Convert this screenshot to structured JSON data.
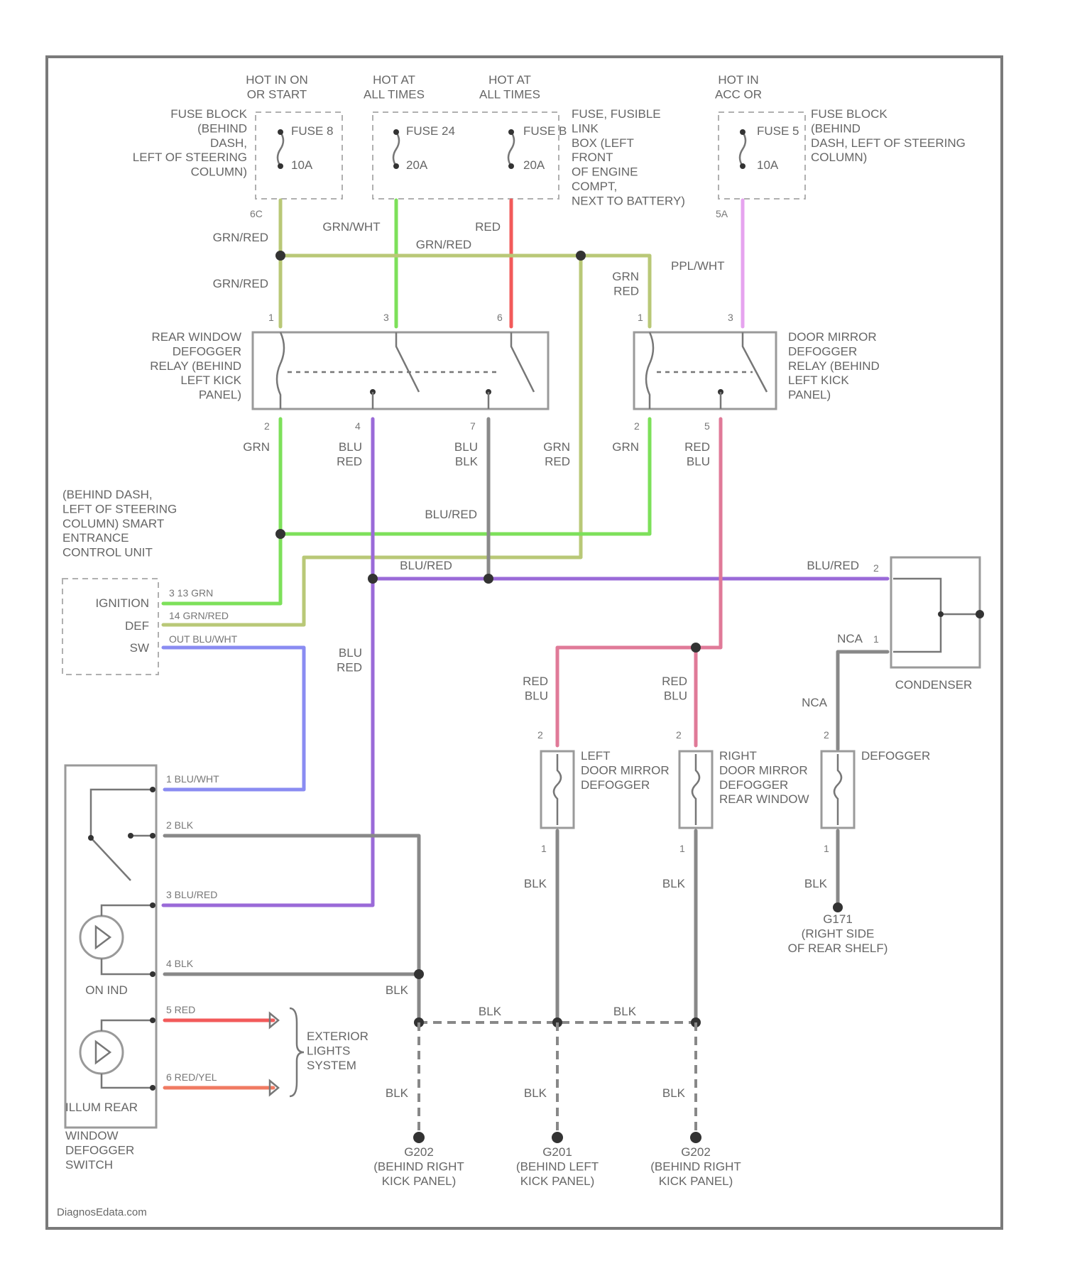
{
  "colors": {
    "grn": "#7de05a",
    "grn_red": "#b9c877",
    "red": "#f25a5a",
    "ppl_wht": "#e6a4ef",
    "blu_red": "#9a6ad8",
    "blu_wht": "#8a8cf2",
    "blu_blk": "#8a8a8a",
    "red_blu": "#e07a98",
    "blk": "#888888",
    "red_yel": "#f07a62"
  },
  "power": {
    "hot_run": "HOT IN ON\nOR START",
    "hot_all_1": "HOT AT\nALL TIMES",
    "hot_all_2": "HOT AT\nALL TIMES",
    "hot_acc": "HOT IN\nACC OR"
  },
  "fuses": {
    "fuse8": "FUSE 8",
    "fuse8_rating": "10A",
    "fuse24": "FUSE 24",
    "fuse24_rating": "20A",
    "fuse_b": "FUSE B",
    "fuse_b_rating": "20A",
    "fuse5": "FUSE 5",
    "fuse5_rating": "10A",
    "pin_left": "6C",
    "pin_right": "5A"
  },
  "locations": {
    "fuse_block_left": "FUSE BLOCK\n(BEHIND\nDASH,\nLEFT OF STEERING\nCOLUMN)",
    "fusible_box": "FUSE, FUSIBLE\nLINK\nBOX (LEFT\nFRONT\nOF ENGINE\nCOMPT,\nNEXT TO BATTERY)",
    "fuse_block_right": "FUSE BLOCK\n(BEHIND\nDASH, LEFT OF STEERING\nCOLUMN)"
  },
  "relays": {
    "rear": "REAR WINDOW\nDEFOGGER\nRELAY (BEHIND\nLEFT KICK\nPANEL)",
    "mirror": "DOOR MIRROR\nDEFOGGER\nRELAY (BEHIND\nLEFT KICK\nPANEL)"
  },
  "smart_unit": {
    "title": "(BEHIND DASH,\nLEFT OF STEERING\nCOLUMN) SMART\nENTRANCE\nCONTROL UNIT",
    "ignition": "IGNITION",
    "def": "DEF",
    "sw": "SW",
    "pin_ignition": "3 13  GRN",
    "pin_def": "14  GRN/RED",
    "pin_sw": "OUT  BLU/WHT"
  },
  "wires": {
    "grn_red": "GRN/RED",
    "grn_wht": "GRN/WHT",
    "red": "RED",
    "grn_red_top": "GRN/RED",
    "grn_red_left": "GRN/RED",
    "grn_red_right": "GRN\nRED",
    "ppl_wht": "PPL/WHT",
    "grn_a": "GRN",
    "blu_red_a": "BLU\nRED",
    "blu_blk": "BLU\nBLK",
    "grn_red_b": "GRN\nRED",
    "grn_b": "GRN",
    "red_blu_a": "RED\nBLU",
    "blu_red_mid": "BLU/RED",
    "blu_red_h": "BLU/RED",
    "blu_red_right": "BLU/RED",
    "blu_red_low": "BLU\nRED",
    "red_blu_l": "RED\nBLU",
    "red_blu_r": "RED\nBLU",
    "nca_1": "NCA",
    "nca_2": "NCA",
    "blk_1": "BLK",
    "blk_2": "BLK",
    "blk_3": "BLK",
    "blk_4": "BLK",
    "blk_5": "BLK",
    "blk_6": "BLK",
    "blk_7": "BLK",
    "blk_8": "BLK",
    "blk_9": "BLK"
  },
  "components": {
    "condenser": "CONDENSER",
    "left_mirror": "LEFT\nDOOR MIRROR\nDEFOGGER",
    "right_mirror": "RIGHT\nDOOR MIRROR\nDEFOGGER\nREAR WINDOW",
    "defogger": "DEFOGGER",
    "on_ind": "ON IND",
    "illum": "ILLUM REAR",
    "switch": "WINDOW\nDEFOGGER\nSWITCH",
    "exterior": "EXTERIOR\nLIGHTS\nSYSTEM"
  },
  "switch_pins": {
    "p1": "1  BLU/WHT",
    "p2": "2  BLK",
    "p3": "3  BLU/RED",
    "p4": "4  BLK",
    "p5": "5  RED",
    "p6": "6  RED/YEL"
  },
  "grounds": {
    "g171": "G171\n(RIGHT SIDE\nOF REAR SHELF)",
    "g1": "G202\n(BEHIND RIGHT\nKICK PANEL)",
    "g2": "G201\n(BEHIND LEFT\nKICK PANEL)",
    "g3": "G202\n(BEHIND RIGHT\nKICK PANEL)"
  },
  "watermark": "DiagnosEdata.com"
}
